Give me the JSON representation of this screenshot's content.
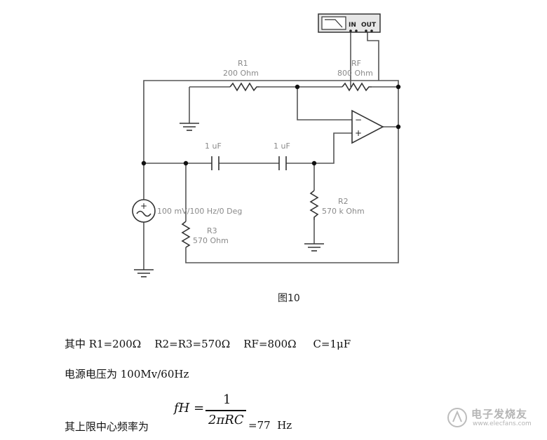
{
  "circuit": {
    "r1": {
      "name": "R1",
      "value": "200 Ohm"
    },
    "rf": {
      "name": "RF",
      "value": "800 Ohm"
    },
    "c1": {
      "value": "1 uF"
    },
    "c2": {
      "value": "1 uF"
    },
    "r2": {
      "name": "R2",
      "value": "570 k Ohm"
    },
    "r3": {
      "name": "R3",
      "value": "570 Ohm"
    },
    "source": {
      "value": "100 mV/100 Hz/0 Deg"
    },
    "scope": {
      "in_label": "IN",
      "out_label": "OUT"
    },
    "opamp": {
      "minus": "−",
      "plus": "+"
    }
  },
  "figure_caption": "图10",
  "text": {
    "line1": "其中 R1=200Ω    R2=R3=570Ω    RF=800Ω     C=1μF",
    "line2": "电源电压为 100Mv/60Hz",
    "line3_prefix": "其上限中心频率为",
    "formula_lhs": "fH =",
    "formula_num": "1",
    "formula_den": "2πRC",
    "line3_suffix": "=77  Hz"
  },
  "watermark": {
    "text": "电子发烧友",
    "url": "www.elecfans.com"
  }
}
